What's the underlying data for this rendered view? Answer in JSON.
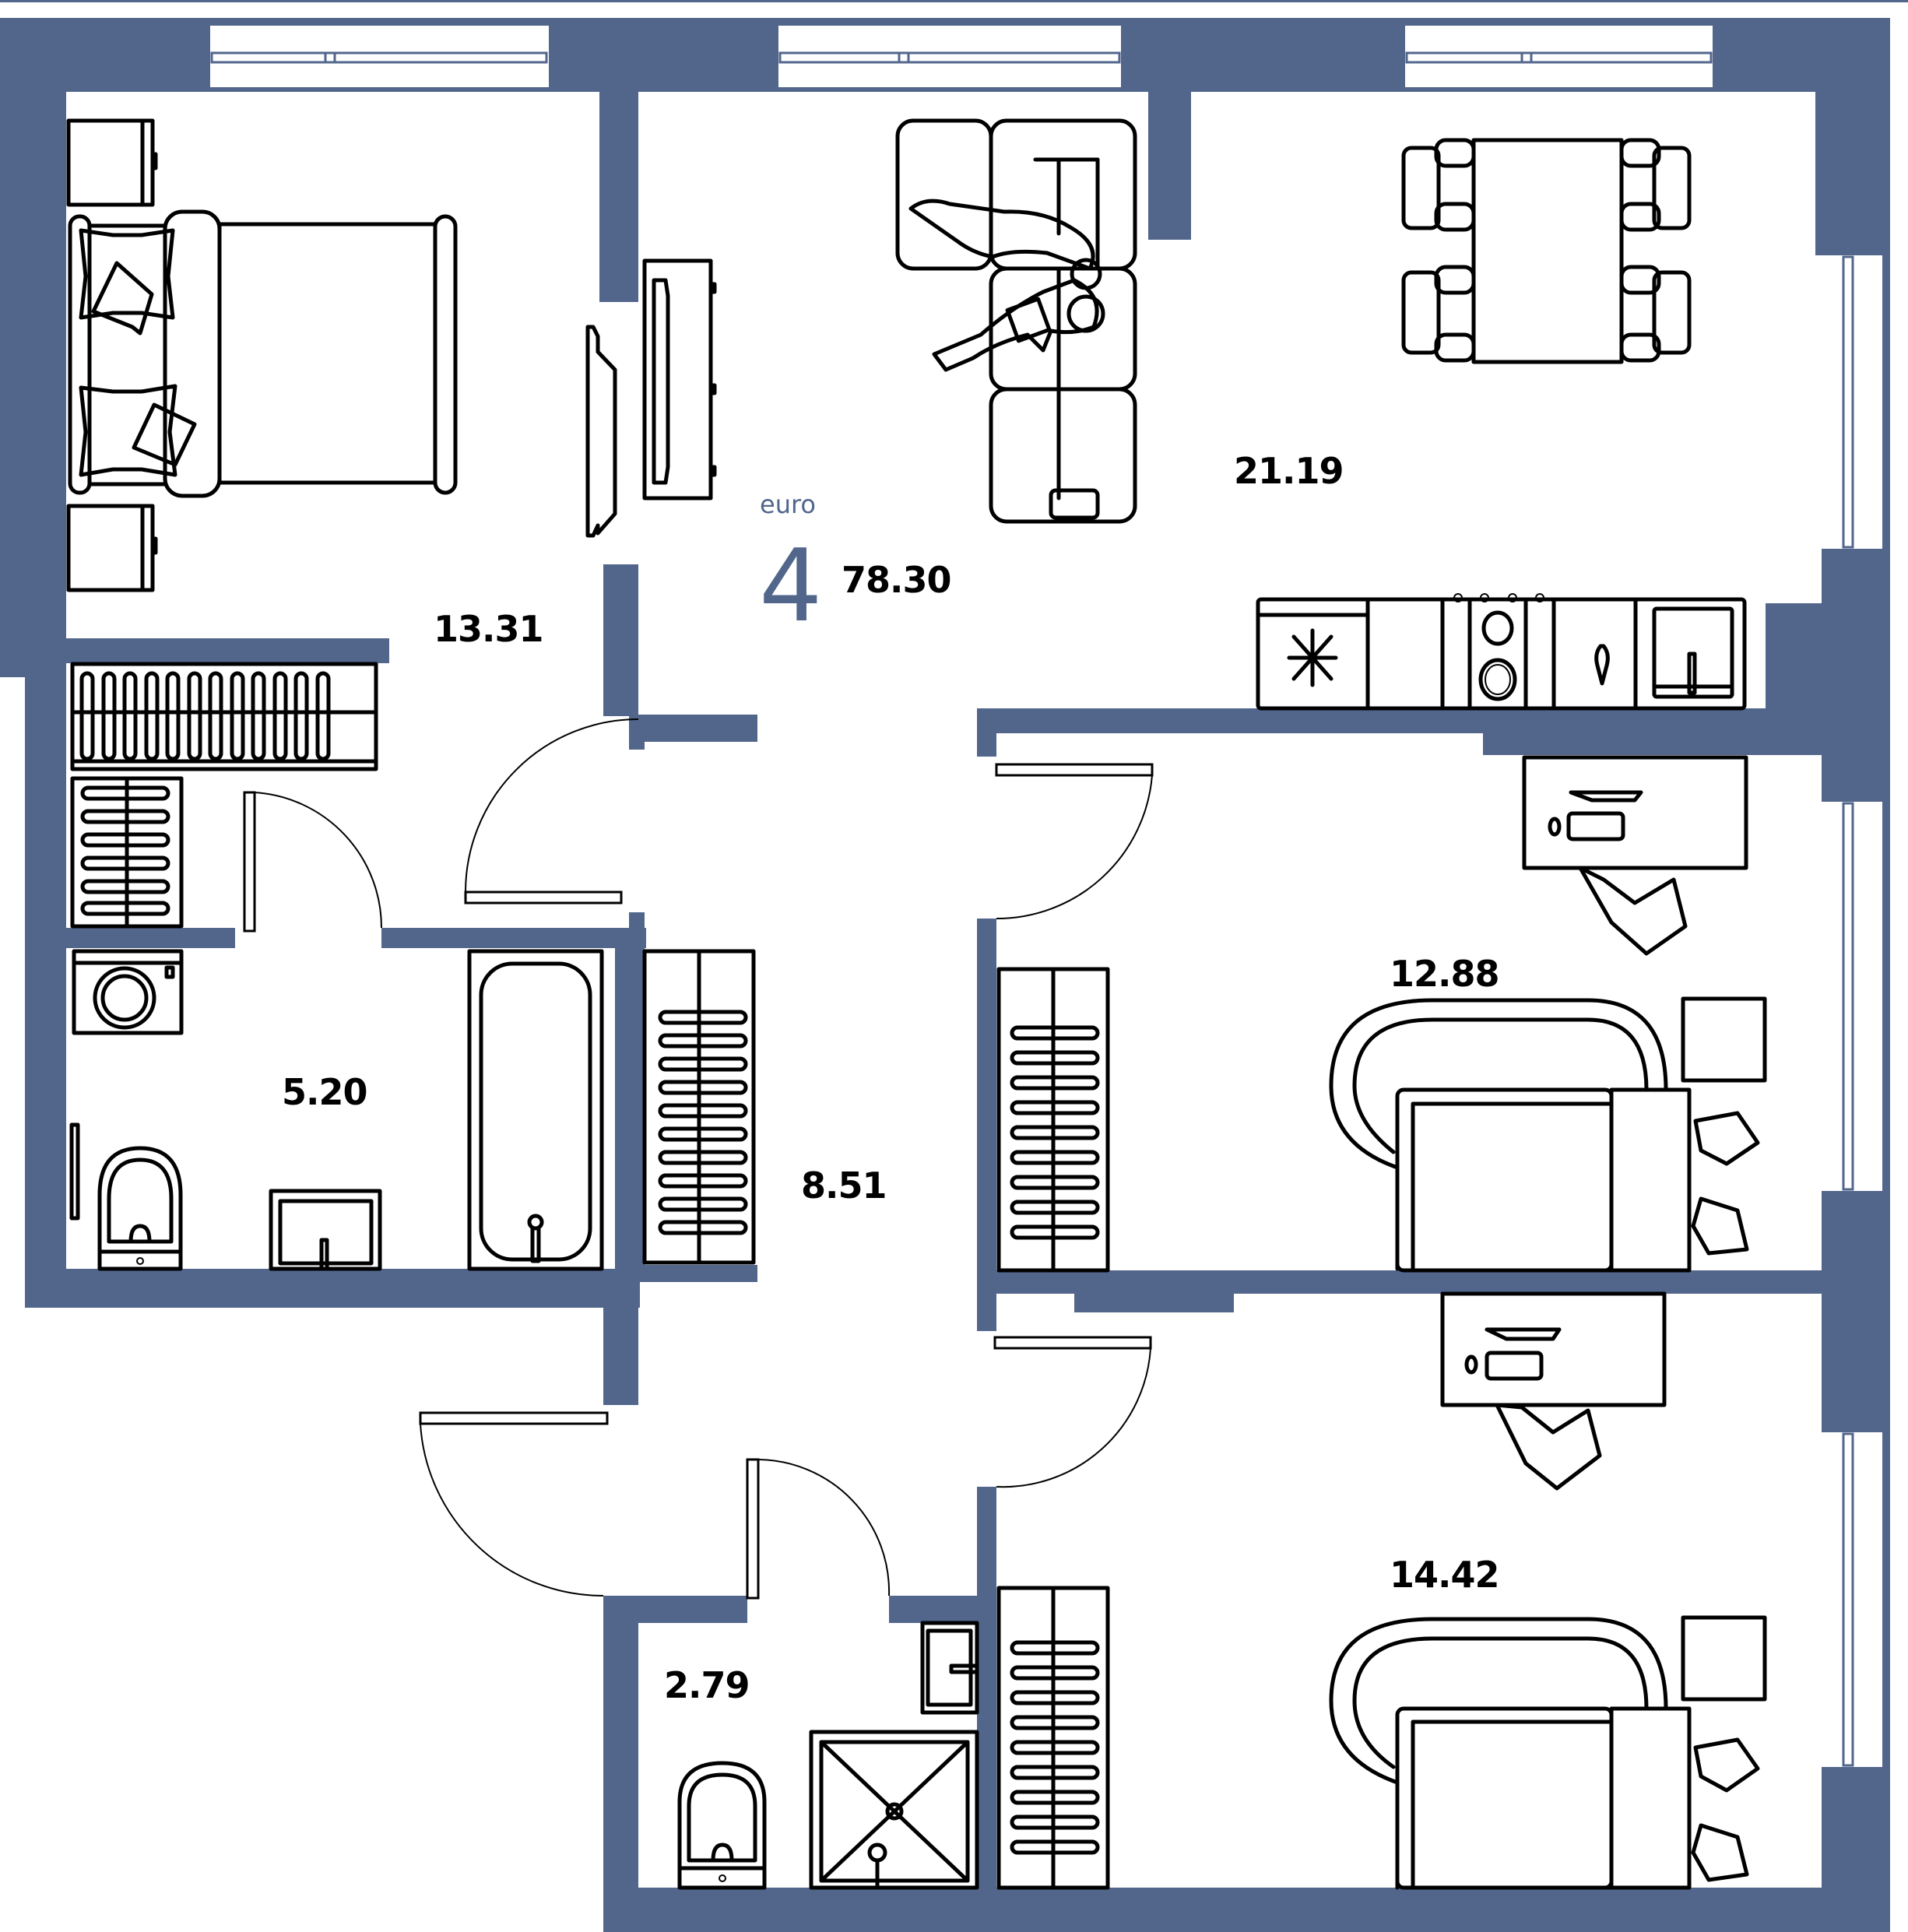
{
  "plan": {
    "type_label": "euro",
    "room_count": "4",
    "total_area": "78.30",
    "colors": {
      "wall": "#52668c",
      "line": "#000000",
      "background": "#ffffff"
    }
  },
  "rooms": [
    {
      "id": "bedroom-left",
      "area": "13.31"
    },
    {
      "id": "kitchen-living",
      "area": "21.19"
    },
    {
      "id": "bedroom-middle-right",
      "area": "12.88"
    },
    {
      "id": "bathroom",
      "area": "5.20"
    },
    {
      "id": "hallway",
      "area": "8.51"
    },
    {
      "id": "bedroom-bottom-right",
      "area": "14.42"
    },
    {
      "id": "toilet",
      "area": "2.79"
    }
  ],
  "icons": {
    "freezer": "snowflake-icon",
    "stove": "stove-burners-icon",
    "sink": "sink-icon",
    "drain": "drain-icon",
    "riser": "riser-dot-icon"
  }
}
